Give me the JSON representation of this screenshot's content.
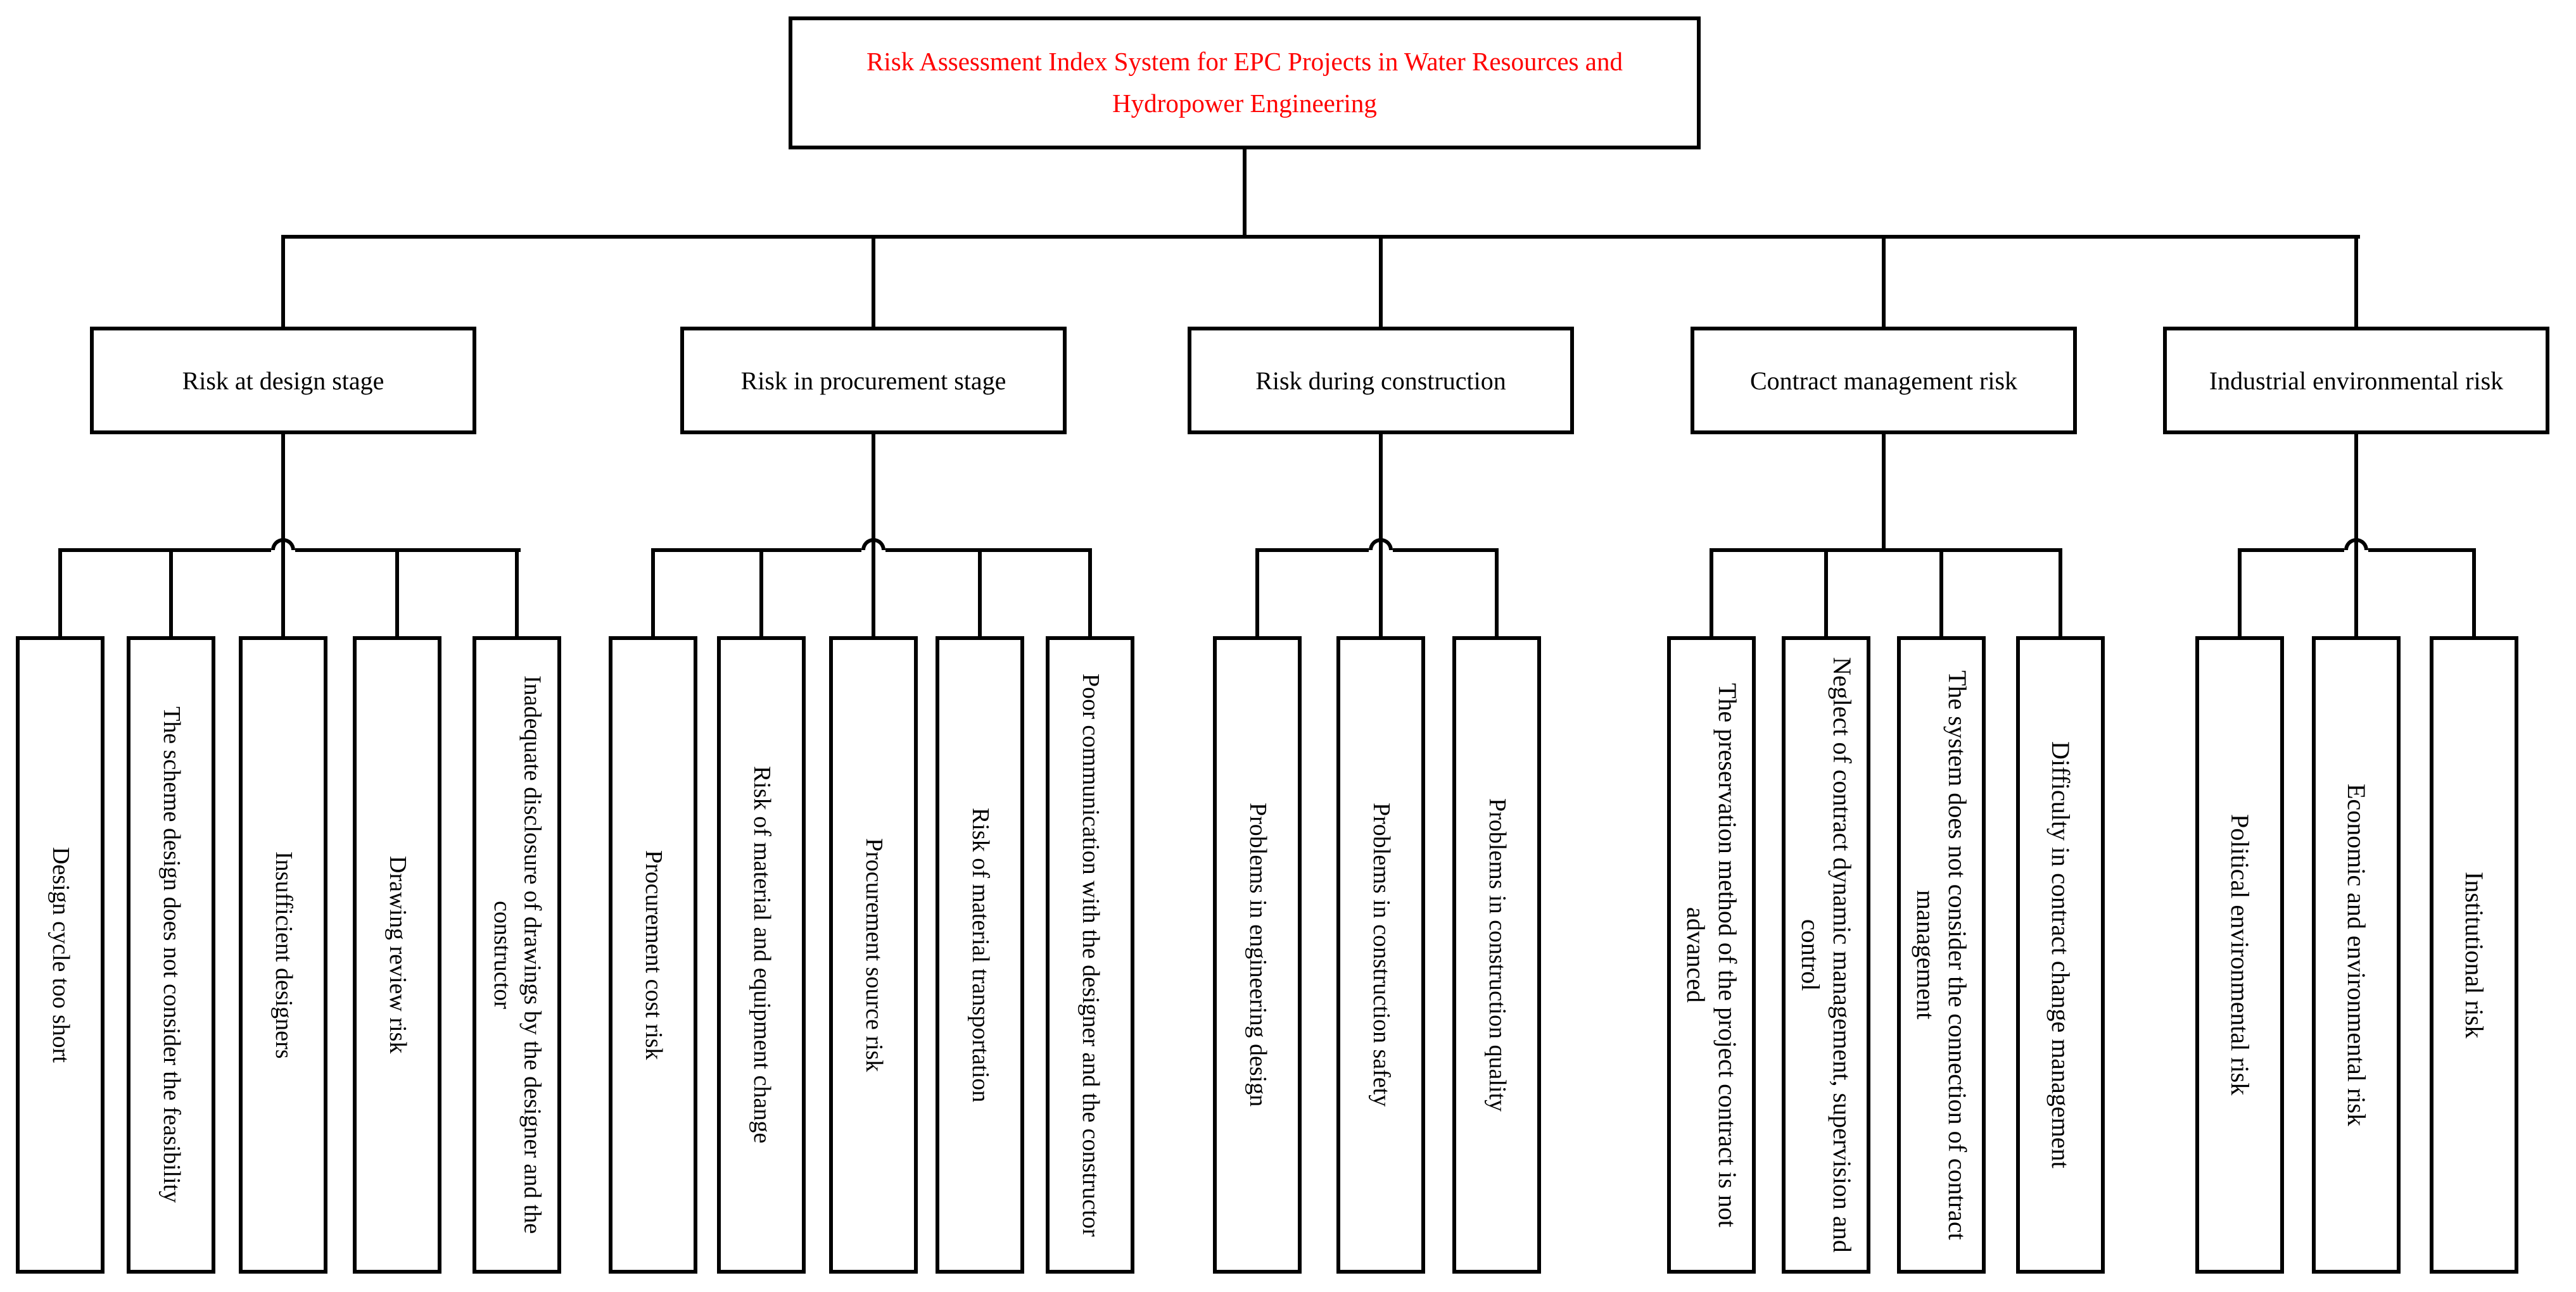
{
  "title": {
    "text": "Risk Assessment Index System for EPC Projects in Water Resources and Hydropower Engineering",
    "color": "#ff0000"
  },
  "line_color": "#000000",
  "groups": [
    {
      "label": "Risk at design stage",
      "children": [
        "Design cycle too short",
        "The scheme design does not consider the feasibility",
        "Insufficient designers",
        "Drawing review risk",
        "Inadequate disclosure of drawings by the designer and the constructor"
      ]
    },
    {
      "label": "Risk in procurement stage",
      "children": [
        "Procurement cost risk",
        "Risk of material and equipment change",
        "Procurement source risk",
        "Risk of material transportation",
        "Poor communication with the designer and the constructor"
      ]
    },
    {
      "label": "Risk during construction",
      "children": [
        "Problems in engineering design",
        "Problems in construction safety",
        "Problems in construction quality"
      ]
    },
    {
      "label": "Contract management risk",
      "children": [
        "The preservation method of the project contract is not advanced",
        "Neglect of contract dynamic management, supervision and control",
        "The system does not consider the connection of contract management",
        "Difficulty in contract change management"
      ]
    },
    {
      "label": "Industrial environmental risk",
      "children": [
        "Political environmental risk",
        "Economic and environmental risk",
        "Institutional risk"
      ]
    }
  ]
}
